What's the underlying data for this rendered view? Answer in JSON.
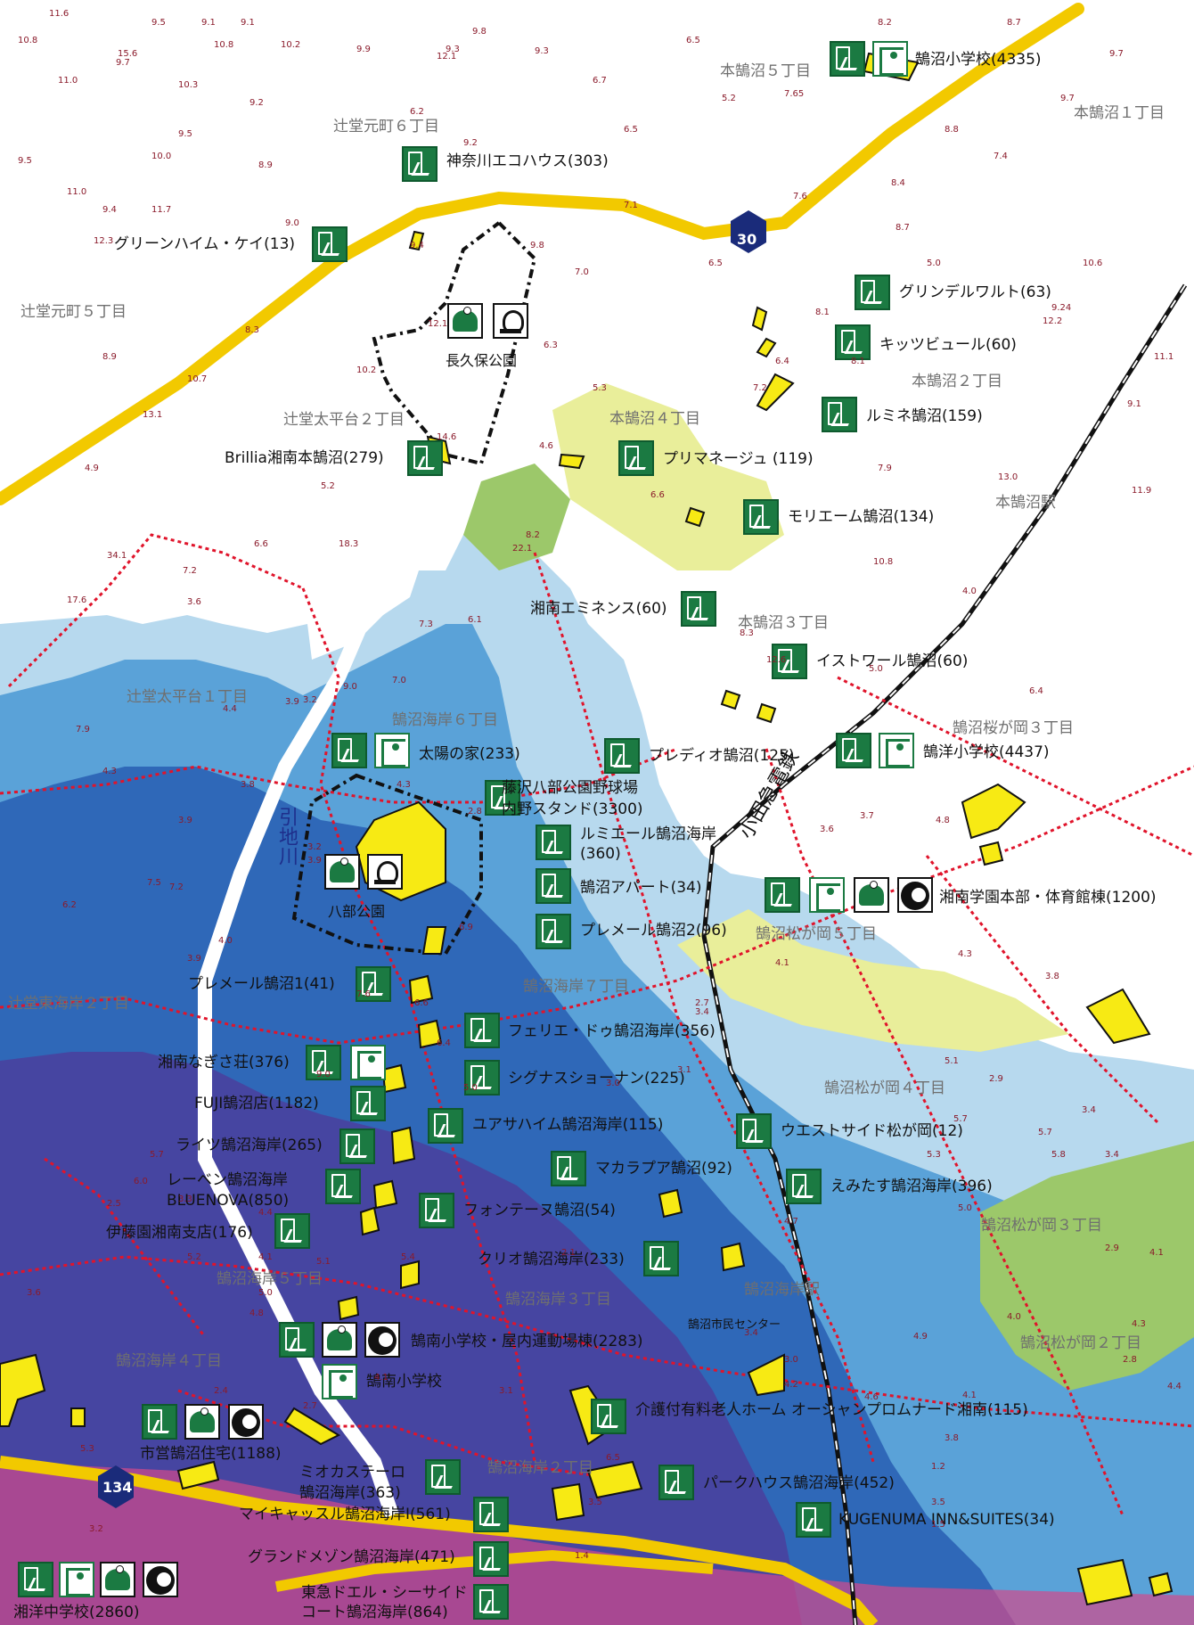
{
  "map": {
    "town_labels": [
      "本鵠沼５丁目",
      "本鵠沼１丁目",
      "辻堂元町６丁目",
      "辻堂元町５丁目",
      "本鵠沼２丁目",
      "辻堂太平台２丁目",
      "本鵠沼４丁目",
      "本鵠沼駅",
      "本鵠沼３丁目",
      "辻堂太平台１丁目",
      "鵠沼海岸６丁目",
      "鵠沼桜が岡３丁目",
      "鵠沼松が岡５丁目",
      "鵠沼海岸７丁目",
      "辻堂東海岸２丁目",
      "鵠沼松が岡４丁目",
      "鵠沼松が岡３丁目",
      "鵠沼海岸５丁目",
      "鵠沼海岸３丁目",
      "鵠沼海岸駅",
      "鵠沼松が岡２丁目",
      "鵠沼海岸４丁目",
      "鵠沼海岸２丁目"
    ],
    "facility_labels": [
      "鵠沼小学校(4335)",
      "神奈川エコハウス(303)",
      "グリーンハイム・ケイ(13)",
      "グリンデルワルト(63)",
      "キッツビュール(60)",
      "ルミネ鵠沼(159)",
      "Brillia湘南本鵠沼(279)",
      "プリマネージュ (119)",
      "モリエーム鵠沼(134)",
      "湘南エミネンス(60)",
      "イストワール鵠沼(60)",
      "太陽の家(233)",
      "プレディオ鵠沼(125)",
      "鵠洋小学校(4437)",
      "藤沢八部公園野球場",
      "内野スタンド(3300)",
      "ルミエール鵠沼海岸",
      "(360)",
      "鵠沼アパート(34)",
      "プレメール鵠沼2(96)",
      "湘南学園本部・体育館棟(1200)",
      "プレメール鵠沼1(41)",
      "フェリエ・ドゥ鵠沼海岸(356)",
      "湘南なぎさ荘(376)",
      "シグナスショーナン(225)",
      "FUJI鵠沼店(1182)",
      "ユアサハイム鵠沼海岸(115)",
      "ウエストサイド松が岡(12)",
      "ライツ鵠沼海岸(265)",
      "マカラプア鵠沼(92)",
      "レーベン鵠沼海岸",
      "BLUENOVA(850)",
      "えみたす鵠沼海岸(396)",
      "フォンテーヌ鵠沼(54)",
      "伊藤園湘南支店(176)",
      "クリオ鵠沼海岸(233)",
      "鵠南小学校・屋内運動場棟(2283)",
      "鵠沼市民センター",
      "鵠南小学校",
      "介護付有料老人ホーム オーシャンプロムナード湘南(115)",
      "市営鵠沼住宅(1188)",
      "ミオカステーロ",
      "鵠沼海岸(363)",
      "パークハウス鵠沼海岸(452)",
      "マイキャッスル鵠沼海岸I(561)",
      "KUGENUMA INN&SUITES(34)",
      "グランドメゾン鵠沼海岸(471)",
      "東急ドエル・シーサイド",
      "コート鵠沼海岸(864)",
      "湘洋中学校(2860)"
    ],
    "parks": [
      "長久保公園",
      "八部公園"
    ],
    "route_numbers": [
      "30",
      "134"
    ],
    "railway": "小田急電鉄",
    "river": "引地川",
    "heights": [
      "11.6",
      "9.5",
      "9.1",
      "9.1",
      "9.8",
      "6.5",
      "8.2",
      "10.8",
      "10.2",
      "9.9",
      "9.3",
      "9.3",
      "8.7",
      "9.7",
      "15.6",
      "10.8",
      "12.1",
      "6.7",
      "5.2",
      "7.65",
      "8.8",
      "11.0",
      "9.7",
      "9.7",
      "10.3",
      "9.2",
      "6.2",
      "6.5",
      "7.4",
      "9.5",
      "10.0",
      "9.2",
      "7.6",
      "8.4",
      "9.5",
      "8.9",
      "11.0",
      "9.4",
      "9.0",
      "7.1",
      "6.5",
      "8.7",
      "10.6",
      "11.7",
      "9.4",
      "9.8",
      "7.0",
      "5.0",
      "8.1",
      "7.5",
      "12.3",
      "8.3",
      "9.24",
      "12.1",
      "6.3",
      "6.4",
      "8.1",
      "12.2",
      "11.1",
      "8.9",
      "10.2",
      "5.3",
      "7.2",
      "9.1",
      "10.7",
      "13.1",
      "14.6",
      "4.6",
      "6.6",
      "7.9",
      "13.0",
      "4.9",
      "5.2",
      "8.2",
      "10.8",
      "11.9",
      "6.6",
      "18.3",
      "34.1",
      "17.6",
      "7.2",
      "3.6",
      "4.0",
      "5.7",
      "6.1",
      "7.3",
      "8.3",
      "12.6",
      "5.0",
      "3.9",
      "7.0",
      "22.1",
      "9.0",
      "6.4",
      "7.9",
      "4.4",
      "3.2",
      "4.3",
      "3.8",
      "4.3",
      "3.9",
      "2.8",
      "4.8",
      "3.9",
      "7.5",
      "7.2",
      "3.2",
      "3.7",
      "3.6",
      "4.0",
      "6.2",
      "6.9",
      "4.3",
      "3.8",
      "4.1",
      "3.9",
      "6.6",
      "7.6",
      "2.7",
      "3.4",
      "3.1",
      "5.7",
      "5.1",
      "6.4",
      "9.0",
      "5.0",
      "3.0",
      "2.9",
      "3.4",
      "5.7",
      "5.3",
      "5.7",
      "5.8",
      "6.0",
      "2.5",
      "3.3",
      "3.4",
      "4.4",
      "5.1",
      "5.4",
      "2.9",
      "2.3",
      "4.1",
      "5.0",
      "4.7",
      "5.0",
      "5.2",
      "3.6",
      "2.1",
      "4.1",
      "4.3",
      "4.0",
      "4.9",
      "4.8",
      "3.4",
      "2.8",
      "3.0",
      "2.4",
      "2.7",
      "4.1",
      "3.1",
      "4.2",
      "4.6",
      "4.4",
      "4.1",
      "3.2",
      "1.4",
      "3.5",
      "3.1",
      "3.8",
      "6.5",
      "1.2",
      "5.3",
      "3.5",
      "1.5"
    ]
  },
  "colors": {
    "road": "#f2c900",
    "zone_deep": "#4a3f9c",
    "zone_mid": "#2f68b8",
    "zone_shallow": "#5aa2d8",
    "zone_light": "#b7d9ee",
    "zone_yellow": "#e9ee9a",
    "zone_green": "#9cc86a",
    "boundary": "#e0142b",
    "building": "#f7ea14"
  }
}
